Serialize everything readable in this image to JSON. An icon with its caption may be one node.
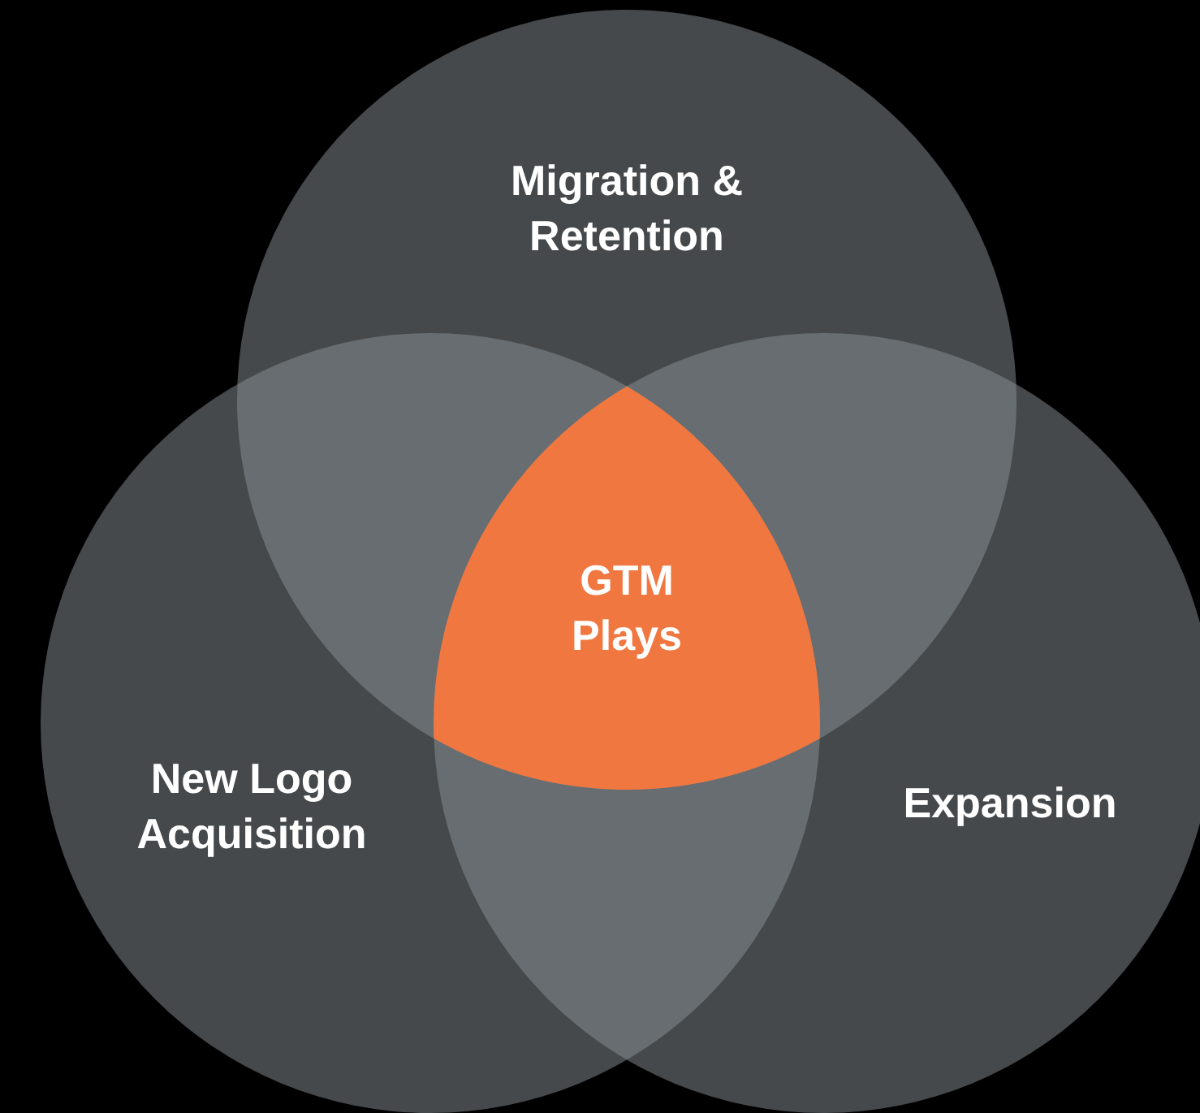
{
  "diagram": {
    "nodes": [
      {
        "text": [
          "Migration & Retention"
        ]
      },
      {
        "text": [
          "New Logo Acquisition"
        ]
      },
      {
        "text": [
          "Expansion"
        ]
      },
      {
        "text": [
          "GTM Plays"
        ]
      }
    ]
  }
}
